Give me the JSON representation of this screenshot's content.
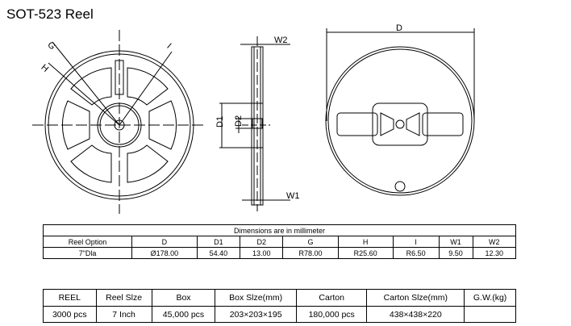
{
  "title": "SOT-523 Reel",
  "drawing_labels": {
    "G": "G",
    "H": "H",
    "I": "I",
    "W2": "W2",
    "W1": "W1",
    "D1": "D1",
    "D2": "D2",
    "D": "D"
  },
  "dimensions_table": {
    "caption": "Dimensions are in millimeter",
    "headers": [
      "Reel Option",
      "D",
      "D1",
      "D2",
      "G",
      "H",
      "I",
      "W1",
      "W2"
    ],
    "row": [
      "7\"Dla",
      "Ø178.00",
      "54.40",
      "13.00",
      "R78.00",
      "R25.60",
      "R6.50",
      "9.50",
      "12.30"
    ]
  },
  "packing_table": {
    "headers": [
      "REEL",
      "Reel Slze",
      "Box",
      "Box Slze(mm)",
      "Carton",
      "Carton Slze(mm)",
      "G.W.(kg)"
    ],
    "row": [
      "3000 pcs",
      "7 Inch",
      "45,000 pcs",
      "203×203×195",
      "180,000 pcs",
      "438×438×220",
      ""
    ]
  }
}
